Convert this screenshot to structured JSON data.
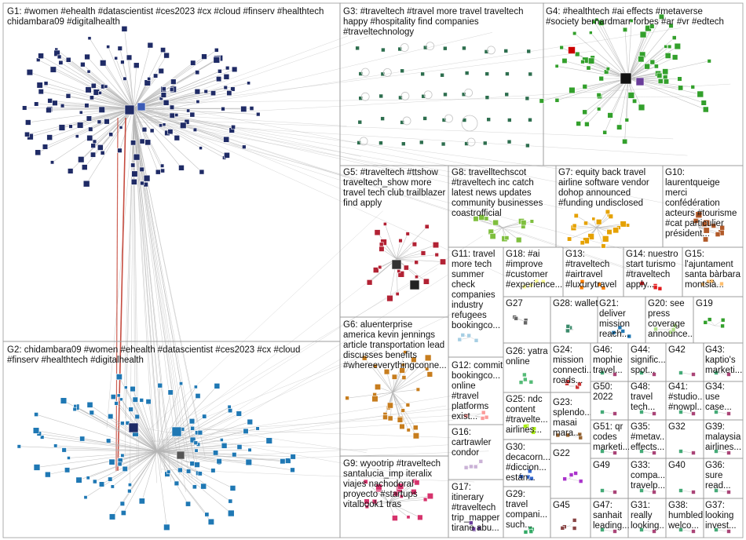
{
  "groups": [
    {
      "id": "G1",
      "label": "G1: #women #ehealth #datascientist #ces2023 #cx #cloud #finserv #healthtech\nchidambara09 #digitalhealth"
    },
    {
      "id": "G2",
      "label": "G2: chidambara09 #women #ehealth #datascientist #ces2023 #cx #cloud\n#finserv #healthtech #digitalhealth"
    },
    {
      "id": "G3",
      "label": "G3: #traveltech #travel more travel traveltech\nhappy #hospitality find companies\n#traveltechnology"
    },
    {
      "id": "G4",
      "label": "G4: #healthtech #ai effects #metaverse\n#society bernardmarr forbes #ar #vr #edtech"
    },
    {
      "id": "G5",
      "label": "G5: #traveltech #ttshow\ntraveltech_show more\ntravel tech club trailblazer\nfind apply"
    },
    {
      "id": "G6",
      "label": "G6: aluenterprise\namerica kevin jennings\narticle transportation lead\ndiscusses benefits\n#whereeverythingconne..."
    },
    {
      "id": "G7",
      "label": "G7: equity back travel\nairline software vendor\ndohop announced\n#funding undisclosed"
    },
    {
      "id": "G8",
      "label": "G8: travelltechscot\n#traveltech inc catch\nlatest news updates\ncommunity businesses\ncoastrofficial"
    },
    {
      "id": "G9",
      "label": "G9: wyootrip #traveltech\nsantalucia_imp iteralix\nviajes nachodoral\nproyecto #startups\nvitalbook1 tras"
    },
    {
      "id": "G10",
      "label": "G10:\nlaurentqueige\nmerci\nconfédération\nacteurs #tourisme\n#cat particulier\nprésident..."
    },
    {
      "id": "G11",
      "label": "G11: travel\nmore tech\nsummer\ncheck\ncompanies\nindustry\nrefugees\nbookingco..."
    },
    {
      "id": "G12",
      "label": "G12: commit\nbookingco...\nonline\n#travel\nplatforms\nexist..."
    },
    {
      "id": "G13",
      "label": "G13:\n#traveltech\n#airtravel\n#luxurytravel"
    },
    {
      "id": "G14",
      "label": "G14: nuestro\nstart turismo\n#traveltech\napply..."
    },
    {
      "id": "G15",
      "label": "G15:\nl'ajuntament\nsanta bàrbara\nmontsià..."
    },
    {
      "id": "G16",
      "label": "G16:\ncartrawler\ncondor"
    },
    {
      "id": "G17",
      "label": "G17:\nitinerary\n#traveltech\ntrip_mapper\ntirane abu..."
    },
    {
      "id": "G18",
      "label": "G18: #ai\n#improve\n#customer\n#experience..."
    },
    {
      "id": "G19",
      "label": "G19"
    },
    {
      "id": "G20",
      "label": "G20: see\npress\ncoverage\nannounce..."
    },
    {
      "id": "G21",
      "label": "G21:\ndeliver\nmission\nreach..."
    },
    {
      "id": "G22",
      "label": "G22"
    },
    {
      "id": "G23",
      "label": "G23:\nsplendo...\nmasai\nmara..."
    },
    {
      "id": "G24",
      "label": "G24:\nmission\nconnecti...\nroads..."
    },
    {
      "id": "G25",
      "label": "G25: ndc\ncontent\n#travelte...\nairlines..."
    },
    {
      "id": "G26",
      "label": "G26: yatra\nonline"
    },
    {
      "id": "G27",
      "label": "G27"
    },
    {
      "id": "G28",
      "label": "G28: wallet"
    },
    {
      "id": "G29",
      "label": "G29:\ntravel\ncompani...\nsuch..."
    },
    {
      "id": "G30",
      "label": "G30:\ndecacorn...\n#diccion...\nestán..."
    },
    {
      "id": "G31",
      "label": "G31:\nreally\nlooking..."
    },
    {
      "id": "G32",
      "label": "G32"
    },
    {
      "id": "G33",
      "label": "G33:\ncompa...\ntravelp..."
    },
    {
      "id": "G34",
      "label": "G34:\nuse\ncase..."
    },
    {
      "id": "G35",
      "label": "G35:\n#metav...\neffects..."
    },
    {
      "id": "G36",
      "label": "G36:\nsure\nread..."
    },
    {
      "id": "G37",
      "label": "G37:\nlooking\ninvest..."
    },
    {
      "id": "G38",
      "label": "G38:\nhumbled\nwelco..."
    },
    {
      "id": "G39",
      "label": "G39:\nmalaysia\nairlines..."
    },
    {
      "id": "G40",
      "label": "G40"
    },
    {
      "id": "G41",
      "label": "G41:\n#studio...\n#nowpl..."
    },
    {
      "id": "G42",
      "label": "G42"
    },
    {
      "id": "G43",
      "label": "G43:\nkaptio's\nmarketi..."
    },
    {
      "id": "G44",
      "label": "G44:\nsignific...\nspot..."
    },
    {
      "id": "G45",
      "label": "G45"
    },
    {
      "id": "G46",
      "label": "G46:\nmophie\ntravel..."
    },
    {
      "id": "G47",
      "label": "G47:\nsanhait\nleading..."
    },
    {
      "id": "G48",
      "label": "G48:\ntravel\ntech..."
    },
    {
      "id": "G49",
      "label": "G49"
    },
    {
      "id": "G50",
      "label": "G50:\n2022"
    },
    {
      "id": "G51",
      "label": "G51: qr\ncodes\nmarketi..."
    }
  ],
  "colors": {
    "G1": "#1f2b66",
    "G2": "#1f78b4",
    "G3": "#2d6e4e",
    "G4": "#33a02c",
    "G5": "#b22234",
    "G6": "#c77d1e",
    "G7": "#e5a100",
    "G8": "#7fbf3f",
    "G9": "#d6336c",
    "edge": "#b5b5b5",
    "edge_red": "#c0392b"
  }
}
